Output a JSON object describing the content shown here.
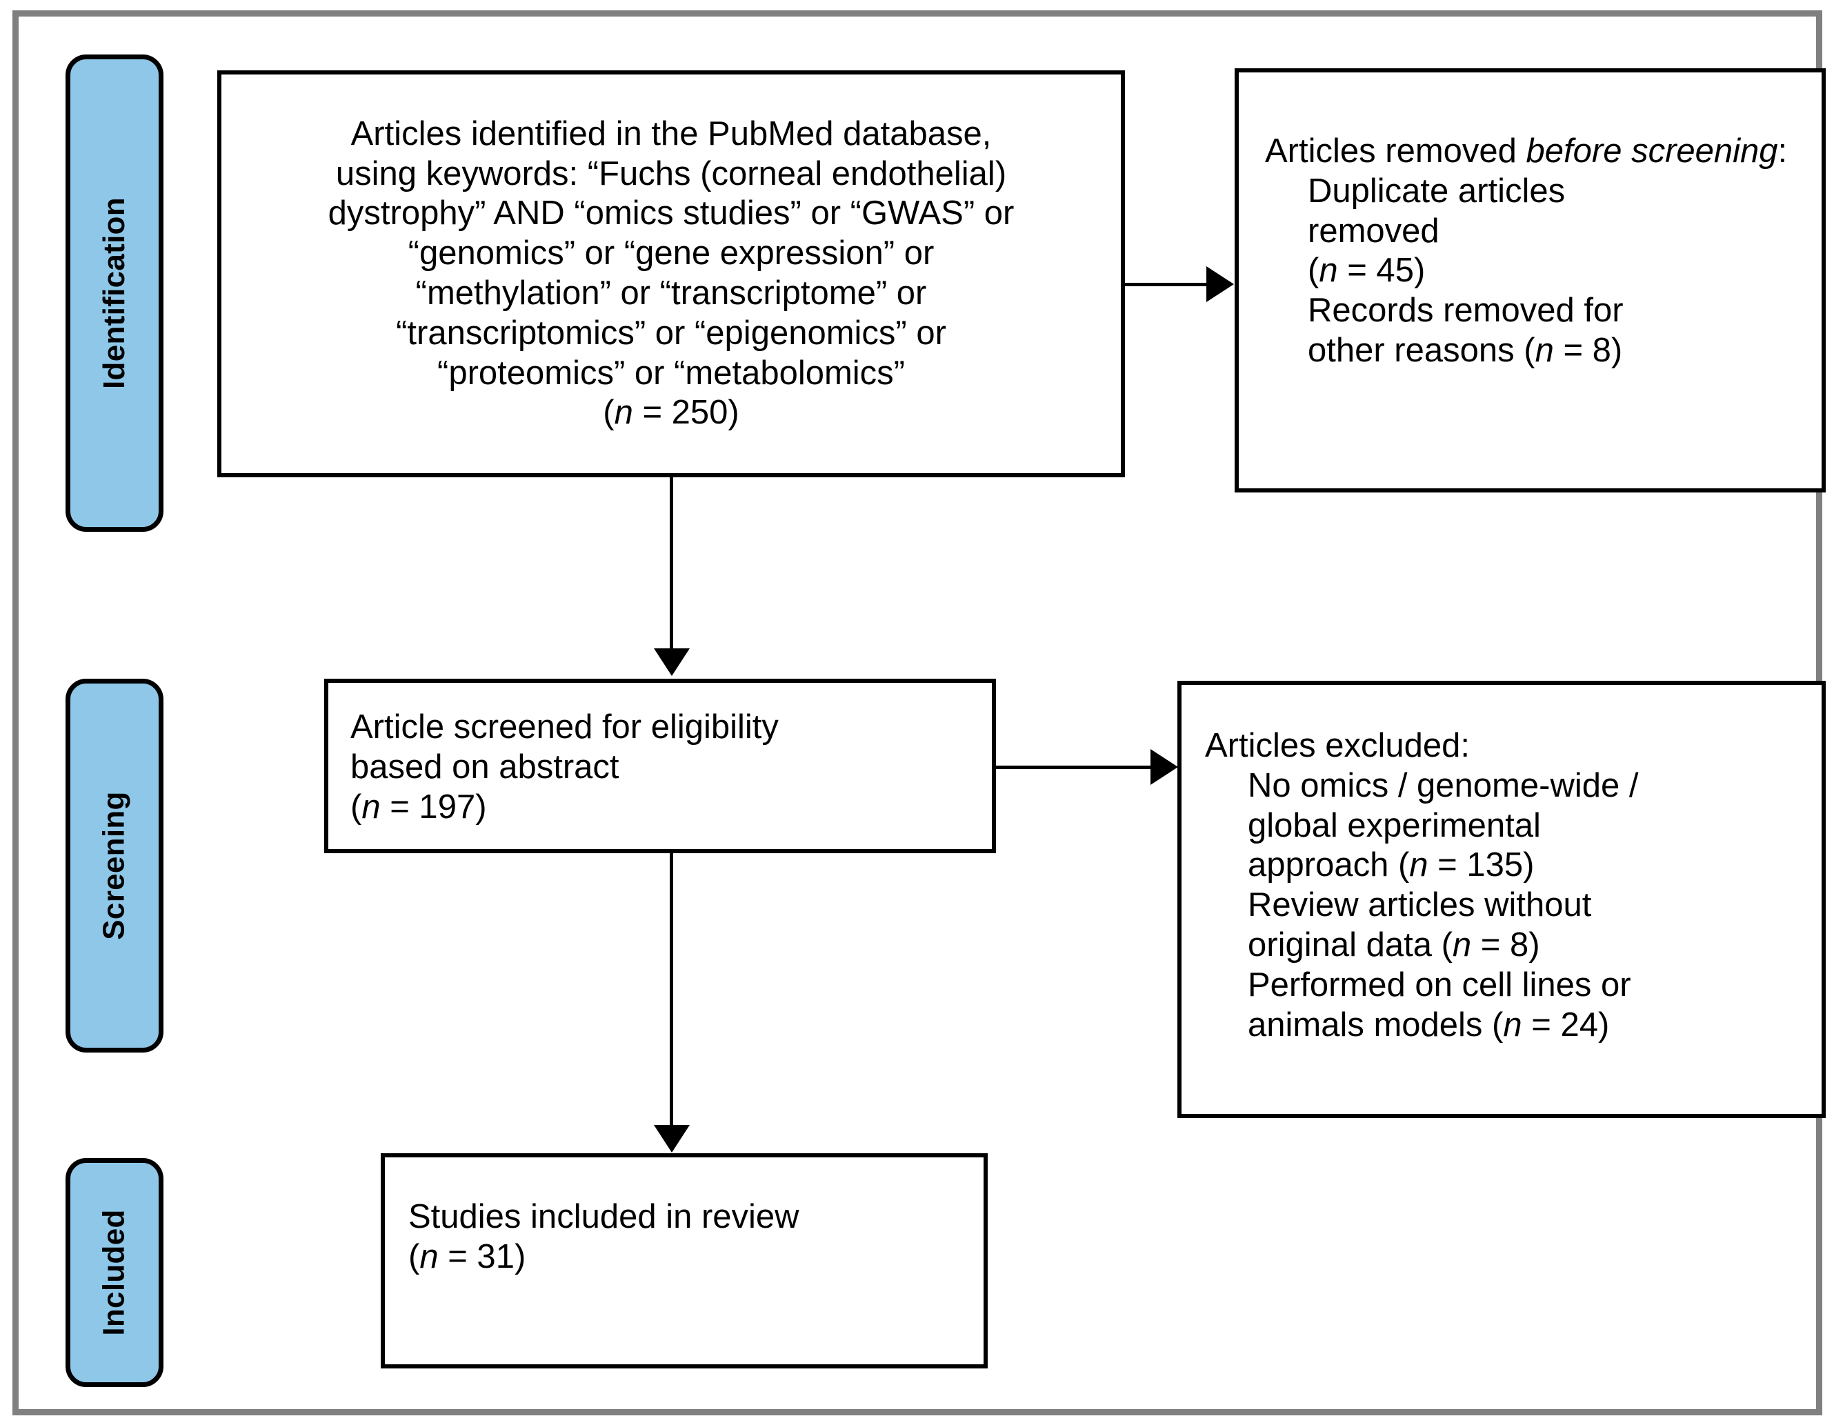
{
  "figure": {
    "type": "prisma-flow-diagram",
    "frame_color": "#808080",
    "stage_fill_color": "#8FC7E8",
    "box_border_color": "#000000",
    "connector_color": "#000000"
  },
  "stages": [
    {
      "id": "identification",
      "label": "Identification"
    },
    {
      "id": "screening",
      "label": "Screening"
    },
    {
      "id": "included",
      "label": "Included"
    }
  ],
  "boxes": {
    "identified": {
      "lines": [
        "Articles identified in the PubMed database,",
        "using keywords: “Fuchs (corneal endothelial)",
        "dystrophy” AND “omics studies” or “GWAS” or",
        "“genomics” or “gene expression” or",
        "“methylation” or “transcriptome” or",
        "“transcriptomics” or “epigenomics” or",
        "“proteomics” or “metabolomics”"
      ],
      "count_prefix": "(",
      "count_n": "n",
      "count_eq": " = 250)"
    },
    "removed": {
      "heading_plain": "Articles removed ",
      "heading_italic": "before screening",
      "heading_suffix": ":",
      "item1_line1": "Duplicate articles",
      "item1_line2": "removed",
      "item1_count_open": "(",
      "item1_count_n": "n",
      "item1_count_rest": " = 45)",
      "item2_line1": "Records removed for",
      "item2_line2_pre": "other reasons (",
      "item2_line2_n": "n",
      "item2_line2_post": " = 8)"
    },
    "screened": {
      "line1": "Article screened for eligibility",
      "line2": "based on abstract",
      "count_open": "(",
      "count_n": "n",
      "count_rest": " = 197)"
    },
    "excluded": {
      "heading": "Articles excluded:",
      "item1_line1": "No omics / genome-wide /",
      "item1_line2": "global experimental",
      "item1_line3_pre": "approach (",
      "item1_line3_n": "n",
      "item1_line3_post": " = 135)",
      "item2_line1": "Review articles without",
      "item2_line2_pre": "original data (",
      "item2_line2_n": "n",
      "item2_line2_post": " = 8)",
      "item3_line1": "Performed on cell lines or",
      "item3_line2_pre": "animals models (",
      "item3_line2_n": "n",
      "item3_line2_post": " = 24)"
    },
    "included": {
      "line1": "Studies included in review",
      "count_open": "(",
      "count_n": "n",
      "count_rest": " = 31)"
    }
  },
  "connectors": [
    {
      "id": "identified-to-removed",
      "direction": "right"
    },
    {
      "id": "identified-to-screened",
      "direction": "down"
    },
    {
      "id": "screened-to-excluded",
      "direction": "right"
    },
    {
      "id": "screened-to-included",
      "direction": "down"
    }
  ]
}
